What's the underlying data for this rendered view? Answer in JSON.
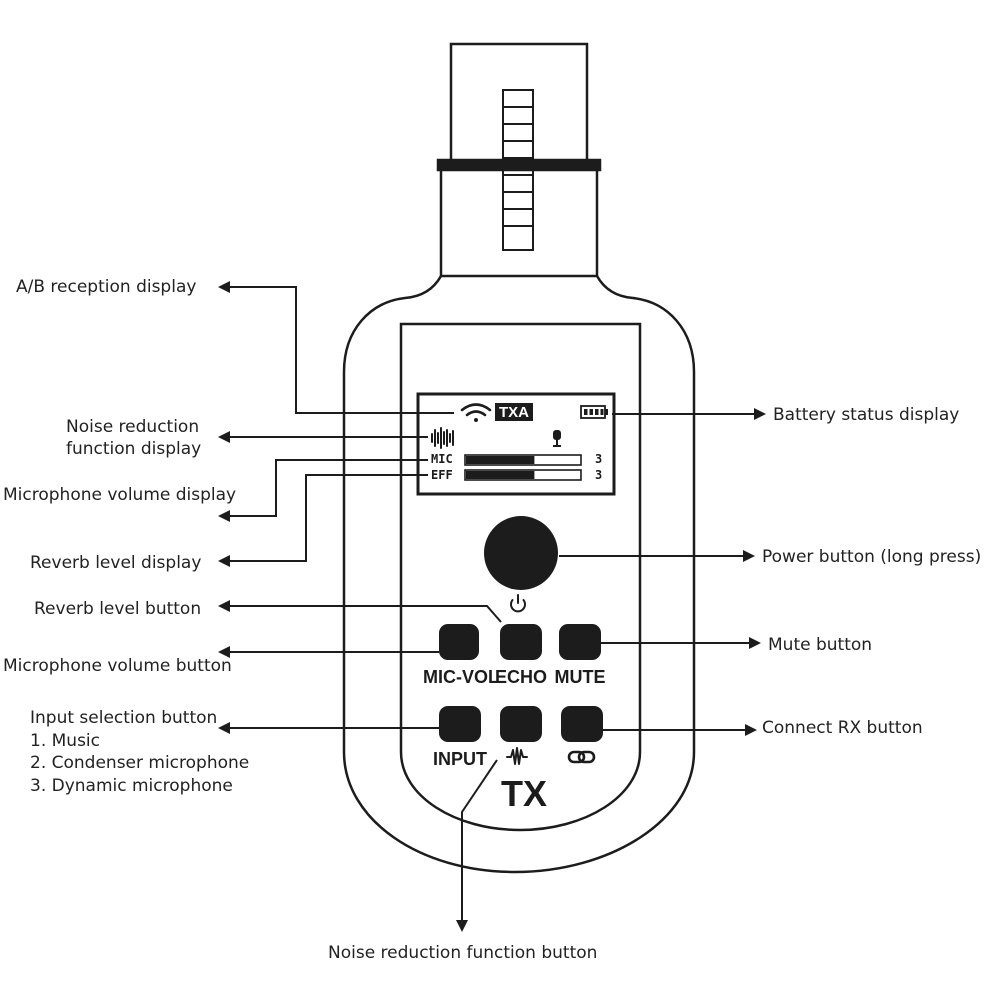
{
  "device": {
    "screen": {
      "channel_label": "TXA",
      "mic_label": "MIC",
      "mic_value": "3",
      "mic_level": 0.6,
      "eff_label": "EFF",
      "eff_value": "3",
      "eff_level": 0.6
    },
    "buttons": {
      "mic_vol": "MIC-VOL",
      "echo": "ECHO",
      "mute": "MUTE",
      "input": "INPUT"
    },
    "model_label": "TX"
  },
  "callouts": {
    "ab_reception": "A/B reception display",
    "battery_status": "Battery status display",
    "noise_display_line1": "Noise reduction",
    "noise_display_line2": "function display",
    "mic_volume_display": "Microphone volume display",
    "reverb_level_display": "Reverb level display",
    "power_button": "Power button (long press)",
    "reverb_level_button": "Reverb level button",
    "mute_button": "Mute button",
    "mic_volume_button": "Microphone volume button",
    "input_selection": {
      "title": "Input selection button",
      "options": [
        "1. Music",
        "2. Condenser microphone",
        "3. Dynamic microphone"
      ]
    },
    "connect_rx": "Connect RX button",
    "noise_button": "Noise reduction function button"
  },
  "colors": {
    "ink": "#1c1c1c",
    "background": "#ffffff"
  }
}
